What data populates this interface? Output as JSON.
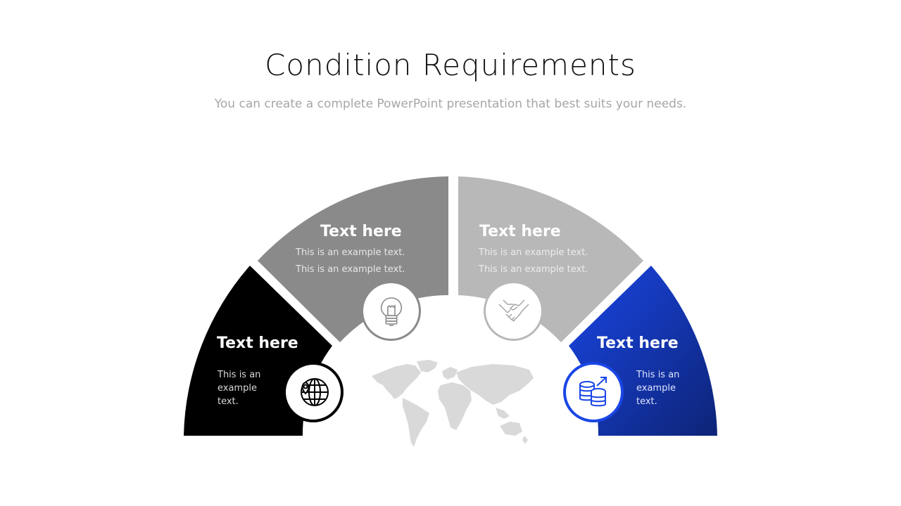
{
  "slide": {
    "title": "Condition Requirements",
    "subtitle": "You can create a complete PowerPoint presentation that best suits your needs."
  },
  "segments": [
    {
      "title": "Text here",
      "lines": [
        "This is an example text."
      ],
      "icon": "globe-location-icon",
      "color": "#000000"
    },
    {
      "title": "Text here",
      "lines": [
        "This is an example text.",
        "This is an example text."
      ],
      "icon": "lightbulb-icon",
      "color": "#8a8a8a"
    },
    {
      "title": "Text here",
      "lines": [
        "This is an example text.",
        "This is an example text."
      ],
      "icon": "handshake-icon",
      "color": "#b8b8b8"
    },
    {
      "title": "Text here",
      "lines": [
        "This is an example text."
      ],
      "icon": "coins-growth-icon",
      "color_start": "#1a46e6",
      "color_end": "#0d2477"
    }
  ],
  "center_graphic": {
    "icon": "world-map",
    "color": "#d9d9d9"
  }
}
